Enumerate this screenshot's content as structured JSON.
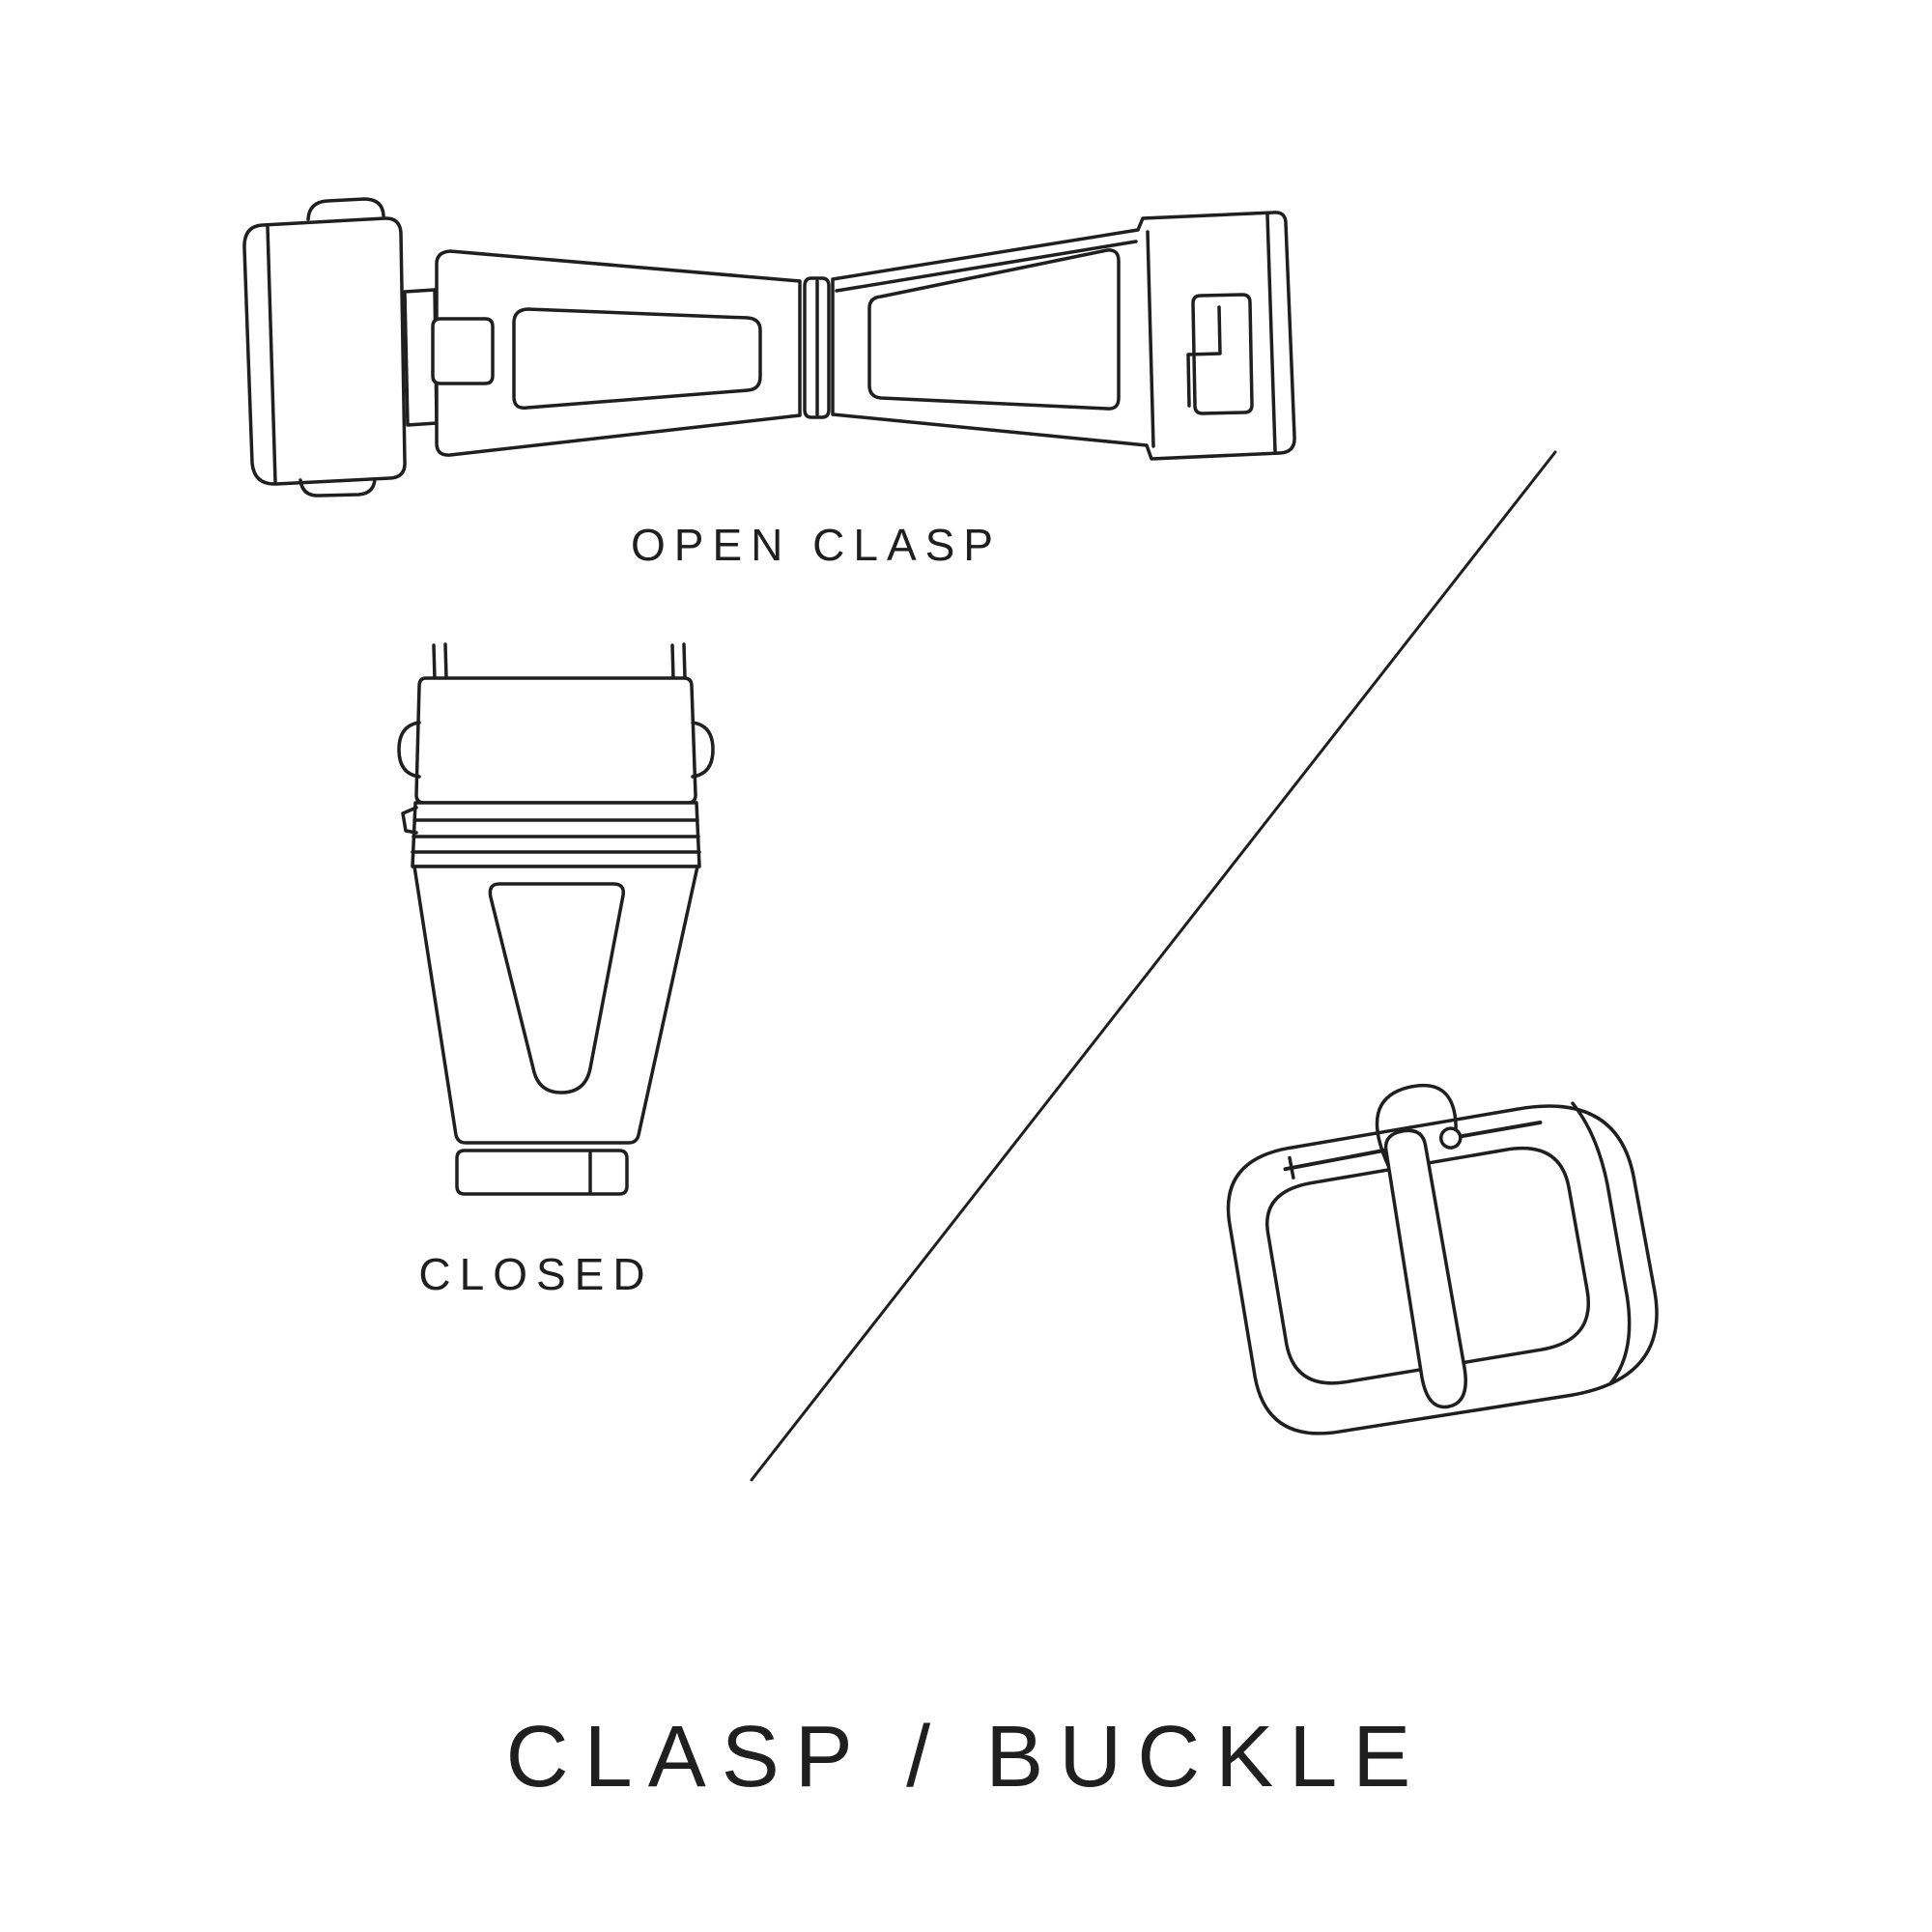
{
  "title": "CLASP / BUCKLE",
  "labels": {
    "open_clasp": "OPEN CLASP",
    "closed": "CLOSED"
  },
  "colors": {
    "background": "#ffffff",
    "line": "#1f1f1f",
    "text": "#1f1f1f"
  },
  "illustrations": {
    "top": "open-clasp-line-drawing",
    "middle_left": "closed-clasp-line-drawing",
    "bottom_right": "tang-buckle-line-drawing",
    "divider": "diagonal-divider-line"
  }
}
